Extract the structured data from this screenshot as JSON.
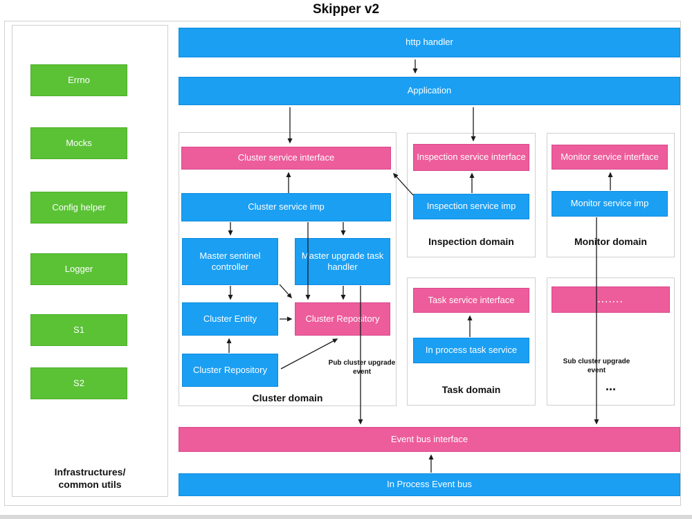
{
  "title": "Skipper v2",
  "colors": {
    "blue": "#1A9FF3",
    "blue_border": "#0E8BDD",
    "pink": "#ED5C9B",
    "pink_border": "#D8488A",
    "green": "#5BC236",
    "green_border": "#4AAE27",
    "frame": "#CFCFCF",
    "band": "#D9D9D9",
    "arrow": "#1A1A1A"
  },
  "sidebar": {
    "items": [
      "Errno",
      "Mocks",
      "Config helper",
      "Logger",
      "S1",
      "S2"
    ],
    "footer_line1": "Infrastructures/",
    "footer_line2": "common utils"
  },
  "top_bars": {
    "http_handler": "http handler",
    "application": "Application"
  },
  "cluster_domain": {
    "label": "Cluster domain",
    "service_interface": "Cluster service interface",
    "service_imp": "Cluster service imp",
    "master_sentinel_controller": "Master sentinel controller",
    "master_upgrade_task_handler": "Master upgrade task handler",
    "cluster_entity": "Cluster Entity",
    "cluster_repository_interface": "Cluster Repository",
    "cluster_repository_imp": "Cluster Repository",
    "pub_event_note": "Pub cluster upgrade event"
  },
  "inspection_domain": {
    "label": "Inspection domain",
    "service_interface": "Inspection service interface",
    "service_imp": "Inspection service imp"
  },
  "monitor_domain": {
    "label": "Monitor domain",
    "service_interface": "Monitor service interface",
    "service_imp": "Monitor service imp"
  },
  "task_domain": {
    "label": "Task domain",
    "service_interface": "Task service interface",
    "service_imp": "In process task service"
  },
  "misc_domain": {
    "interface_placeholder": ".......",
    "sub_event_note": "Sub cluster upgrade event",
    "ellipsis": "..."
  },
  "event_bus": {
    "interface": "Event bus interface",
    "imp": "In Process Event bus"
  }
}
